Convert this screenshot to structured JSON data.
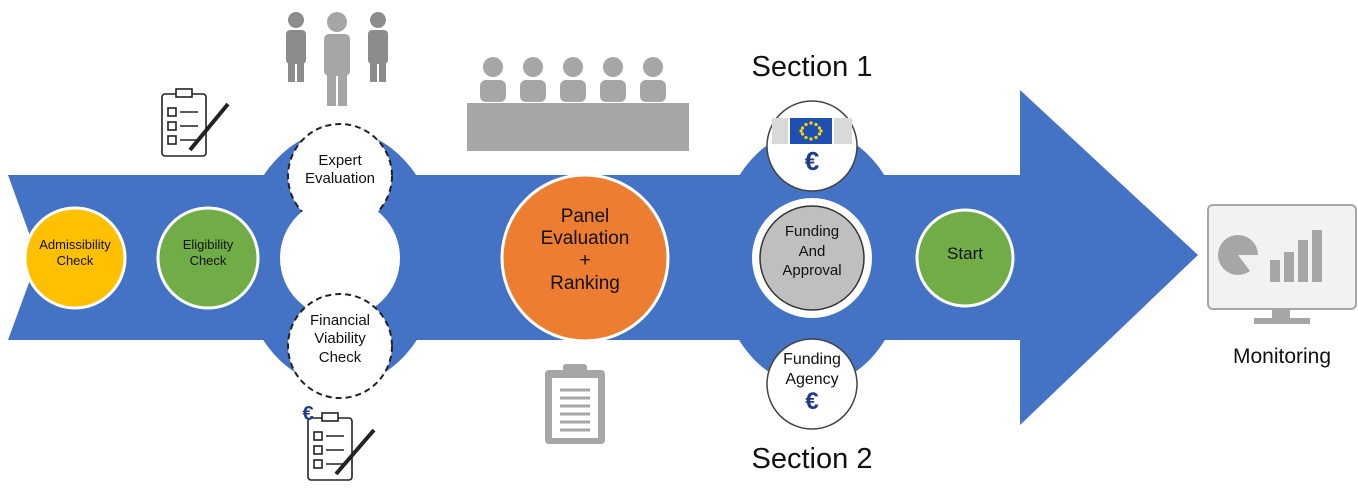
{
  "colors": {
    "arrow": "#4472c4",
    "admissibility": "#ffc000",
    "eligibility": "#70ad47",
    "panel": "#ed7d31",
    "funding_approval": "#bfbfbf",
    "start": "#70ad47",
    "icon_gray": "#a6a6a6",
    "euro_blue": "#1f3c88"
  },
  "steps": {
    "admissibility": {
      "line1": "Admissibility",
      "line2": "Check"
    },
    "eligibility": {
      "line1": "Eligibility",
      "line2": "Check"
    },
    "expert": {
      "line1": "Expert",
      "line2": "Evaluation"
    },
    "financial": {
      "line1": "Financial",
      "line2": "Viability",
      "line3": "Check"
    },
    "panel": {
      "line1": "Panel",
      "line2": "Evaluation",
      "line3": "+",
      "line4": "Ranking"
    },
    "funding_approval": {
      "line1": "Funding",
      "line2": "And",
      "line3": "Approval"
    },
    "funding_agency": {
      "line1": "Funding",
      "line2": "Agency"
    },
    "start": {
      "label": "Start"
    }
  },
  "sections": {
    "top": "Section 1",
    "bottom": "Section 2"
  },
  "monitoring": {
    "label": "Monitoring"
  },
  "euro_symbol": "€",
  "icons": [
    "checklist-icon",
    "experts-icon",
    "panel-committee-icon",
    "eu-flag-icon",
    "clipboard-icon",
    "checklist-euro-icon",
    "monitor-chart-icon"
  ]
}
